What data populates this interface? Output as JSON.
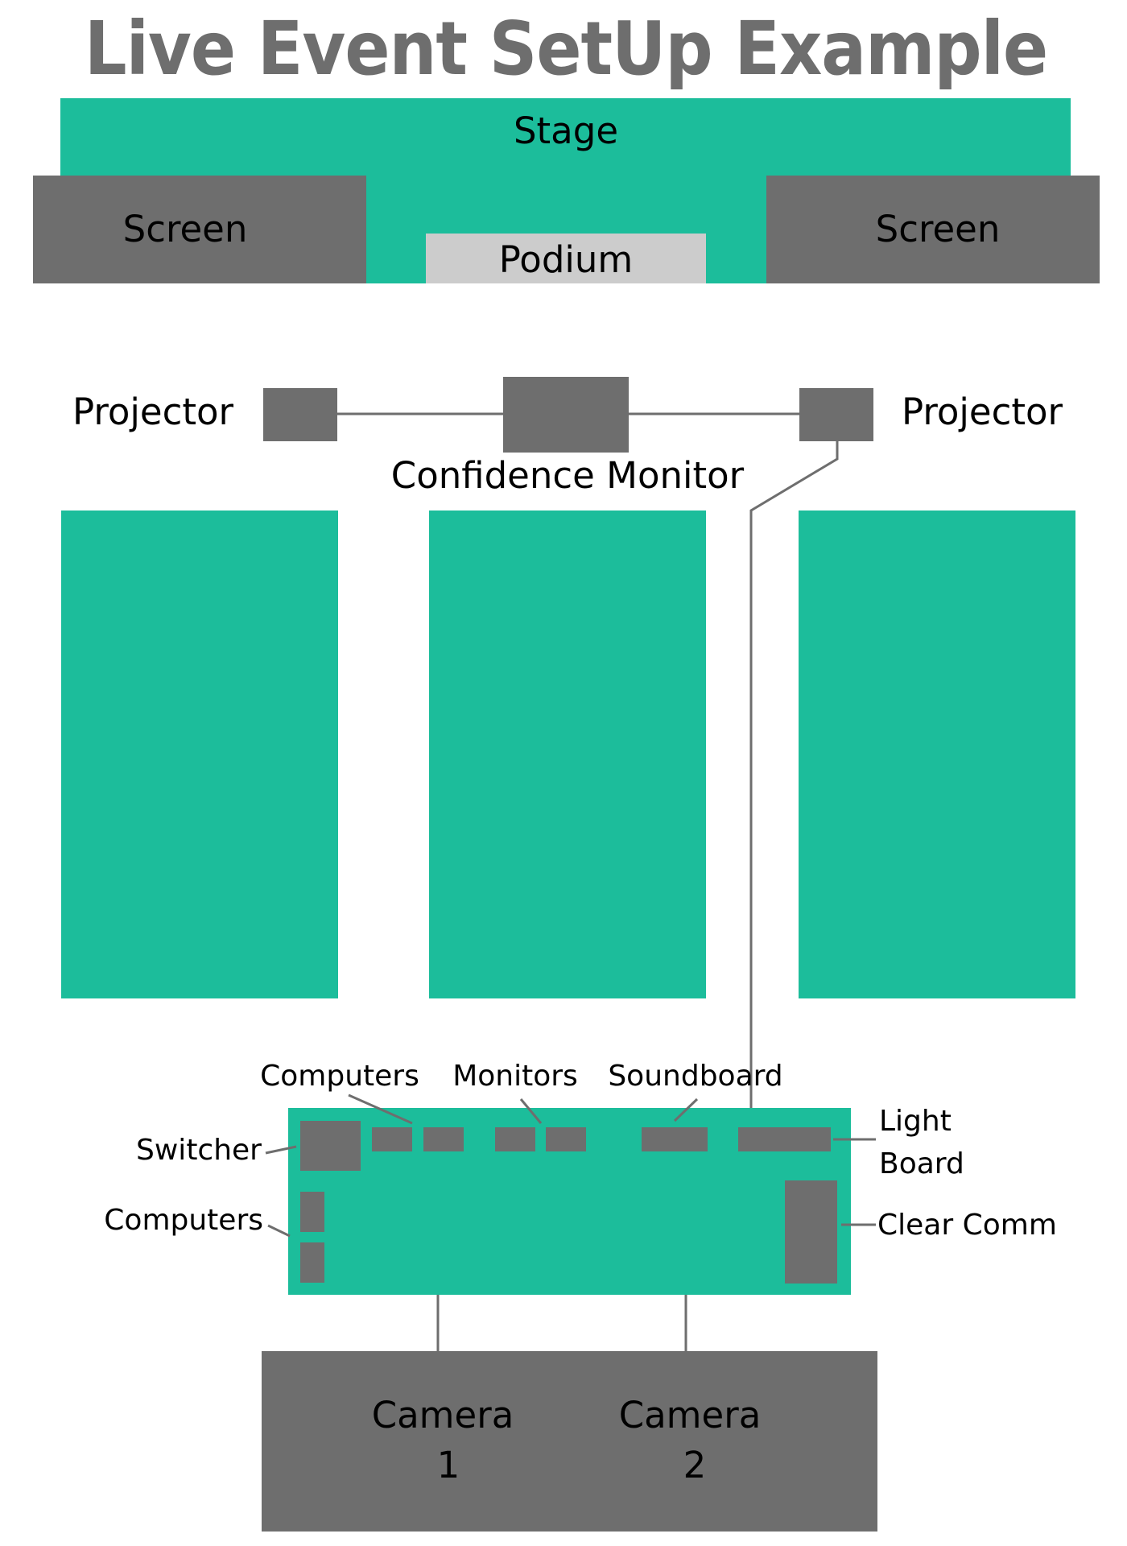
{
  "title": "Live Event SetUp Example",
  "stage": {
    "stage_label": "Stage",
    "screen_left_label": "Screen",
    "screen_right_label": "Screen",
    "podium_label": "Podium"
  },
  "projection": {
    "projector_left_label": "Projector",
    "projector_right_label": "Projector",
    "confidence_monitor_label": "Confidence Monitor"
  },
  "control_booth": {
    "computers_top_label": "Computers",
    "monitors_label": "Monitors",
    "soundboard_label": "Soundboard",
    "light_board_label_line1": "Light",
    "light_board_label_line2": "Board",
    "switcher_label": "Switcher",
    "computers_left_label": "Computers",
    "clear_comm_label": "Clear Comm"
  },
  "cameras": {
    "camera1_line1": "Camera",
    "camera1_line2": "1",
    "camera2_line1": "Camera",
    "camera2_line2": "2"
  },
  "colors": {
    "teal": "#1cbd9b",
    "gray": "#6e6e6e",
    "light_gray": "#cccccc"
  }
}
